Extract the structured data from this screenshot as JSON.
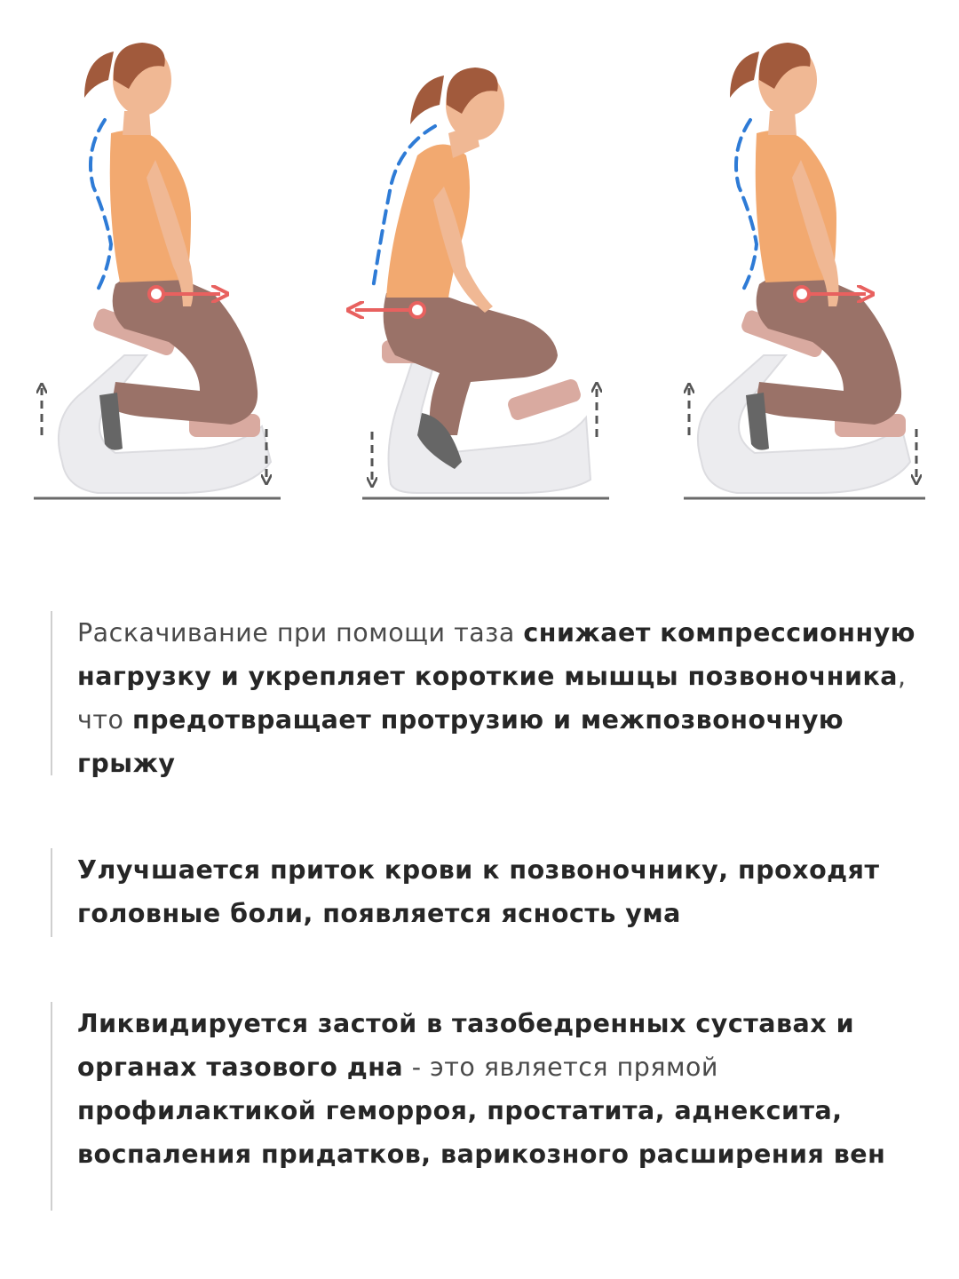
{
  "figures": [
    {
      "posture": "upright",
      "spine": "neutral",
      "pelvis_arrow": "forward"
    },
    {
      "posture": "slouched",
      "spine": "rounded",
      "pelvis_arrow": "backward"
    },
    {
      "posture": "upright",
      "spine": "neutral",
      "pelvis_arrow": "forward"
    }
  ],
  "colors": {
    "skin": "#f0b894",
    "shirt": "#f2a970",
    "pants": "#9a7268",
    "hair": "#a15a3c",
    "spine_line": "#2e7bd6",
    "pelvis_arrow": "#e8615f",
    "chair_frame": "#e9e9ec",
    "chair_seat": "#d9aaa0",
    "rock_arrow": "#555555",
    "floor": "#6a6a6a"
  },
  "blocks": [
    {
      "segments": [
        {
          "text": "Раскачивание при помощи таза ",
          "bold": false
        },
        {
          "text": "снижает компрессионную нагрузку и укрепляет короткие мышцы позвоночника",
          "bold": true
        },
        {
          "text": ", что ",
          "bold": false
        },
        {
          "text": "предотвращает протрузию и межпозвоночную грыжу",
          "bold": true
        }
      ]
    },
    {
      "segments": [
        {
          "text": "Улучшается приток крови к позвоночнику, проходят головные боли, появляется ясность ума",
          "bold": true
        }
      ]
    },
    {
      "segments": [
        {
          "text": "Ликвидируется застой в тазобедренных суставах и органах тазового дна",
          "bold": true
        },
        {
          "text": " - это является прямой ",
          "bold": false
        },
        {
          "text": "профилактикой геморроя, простатита, аднексита, воспаления придатков, варикозного расширения вен",
          "bold": true
        }
      ]
    }
  ]
}
